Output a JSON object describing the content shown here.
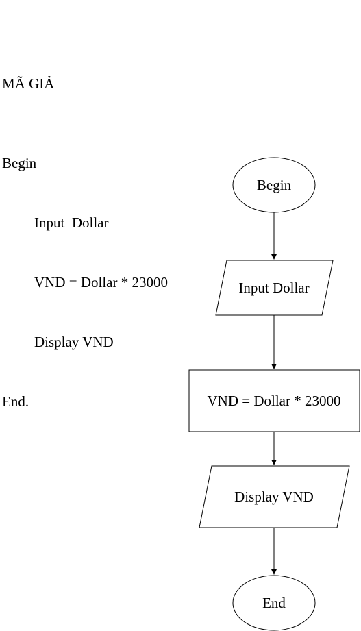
{
  "pseudocode": {
    "title": "MÃ GIẢ",
    "lines": [
      "Begin",
      "Input  Dollar",
      "VND = Dollar * 23000",
      "Display VND",
      "End."
    ]
  },
  "flowchart": {
    "nodes": [
      {
        "id": "start",
        "shape": "ellipse",
        "label": "Begin"
      },
      {
        "id": "input",
        "shape": "parallelogram",
        "label": "Input Dollar"
      },
      {
        "id": "process",
        "shape": "rectangle",
        "label": "VND = Dollar * 23000"
      },
      {
        "id": "output",
        "shape": "parallelogram",
        "label": "Display VND"
      },
      {
        "id": "end",
        "shape": "ellipse",
        "label": "End"
      }
    ],
    "edges": [
      {
        "from": "start",
        "to": "input"
      },
      {
        "from": "input",
        "to": "process"
      },
      {
        "from": "process",
        "to": "output"
      },
      {
        "from": "output",
        "to": "end"
      }
    ]
  }
}
